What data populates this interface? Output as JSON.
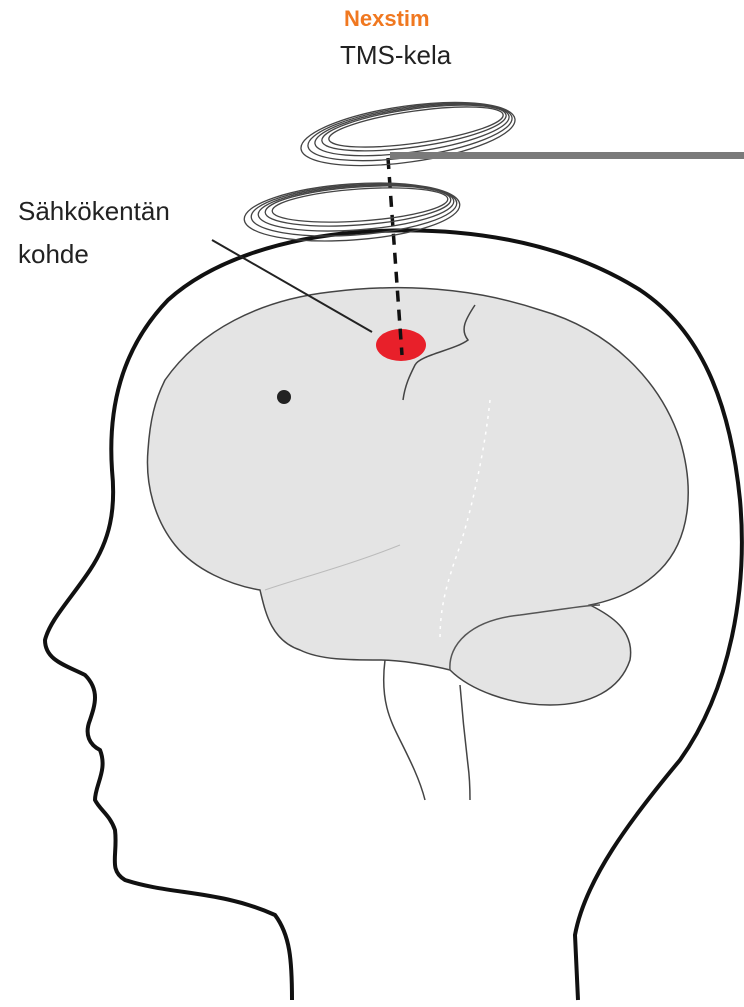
{
  "brand": "Nexstim",
  "coil_label": "TMS-kela",
  "target_label_line1": "Sähkökentän",
  "target_label_line2": "kohde",
  "colors": {
    "brand": "#f07820",
    "target": "#e8202a",
    "brain": "#e4e4e4",
    "outline": "#111111"
  },
  "icons": [
    "tms-coil-icon",
    "head-outline-icon",
    "brain-icon",
    "target-spot-icon"
  ]
}
